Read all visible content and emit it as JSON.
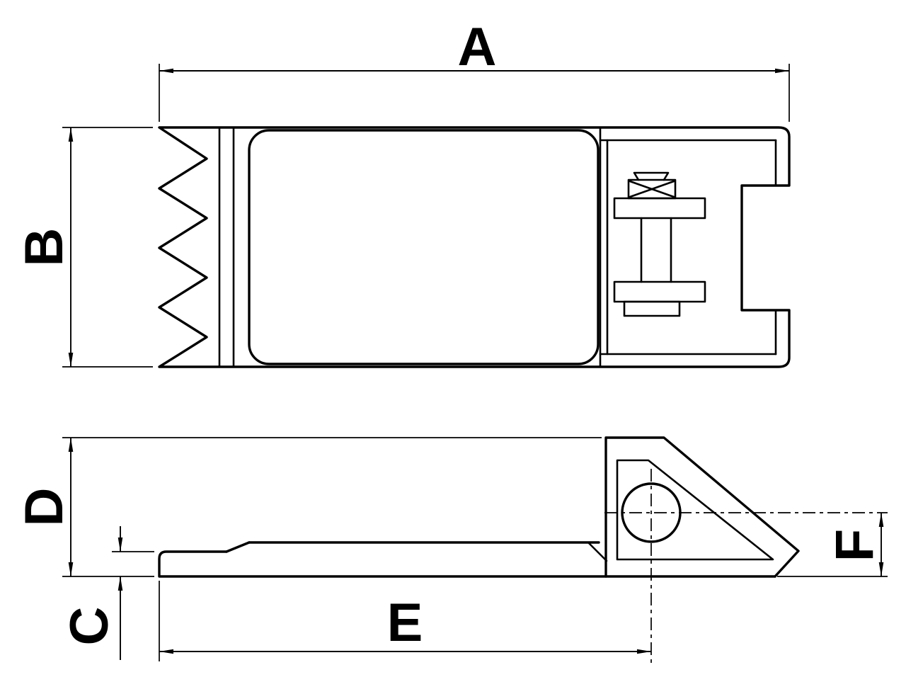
{
  "drawing": {
    "background_color": "#ffffff",
    "line_color": "#000000",
    "labels": {
      "A": "A",
      "B": "B",
      "C": "C",
      "D": "D",
      "E": "E",
      "F": "F"
    }
  }
}
